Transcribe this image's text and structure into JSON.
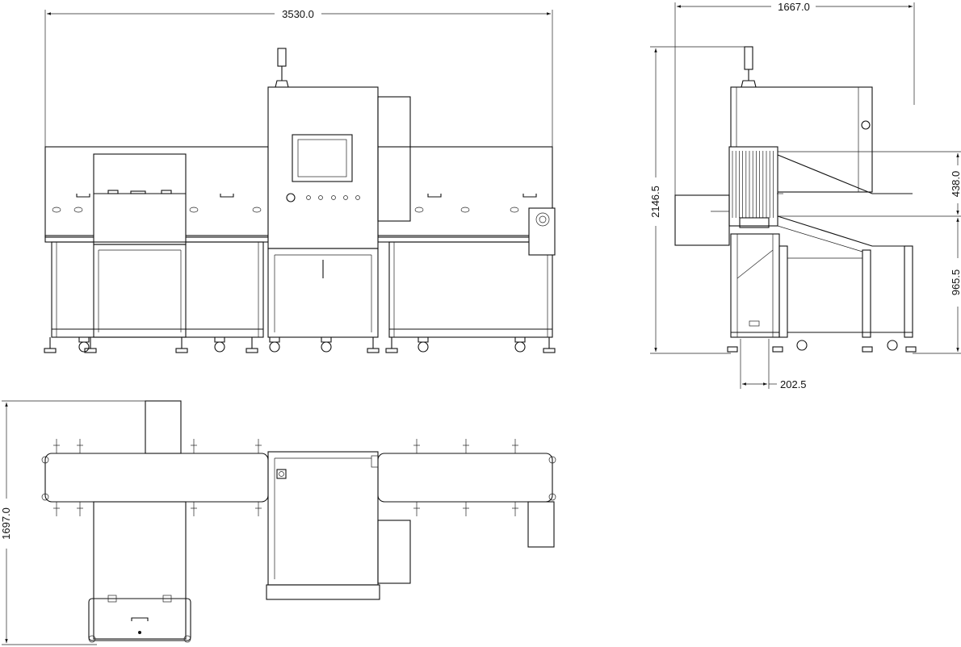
{
  "dimensions": {
    "front_width": "3530.0",
    "side_width": "1667.0",
    "side_height": "2146.5",
    "side_upper": "438.0",
    "side_lower": "965.5",
    "side_bottom": "202.5",
    "top_depth": "1697.0"
  },
  "colors": {
    "line": "#111111",
    "background": "#ffffff"
  }
}
